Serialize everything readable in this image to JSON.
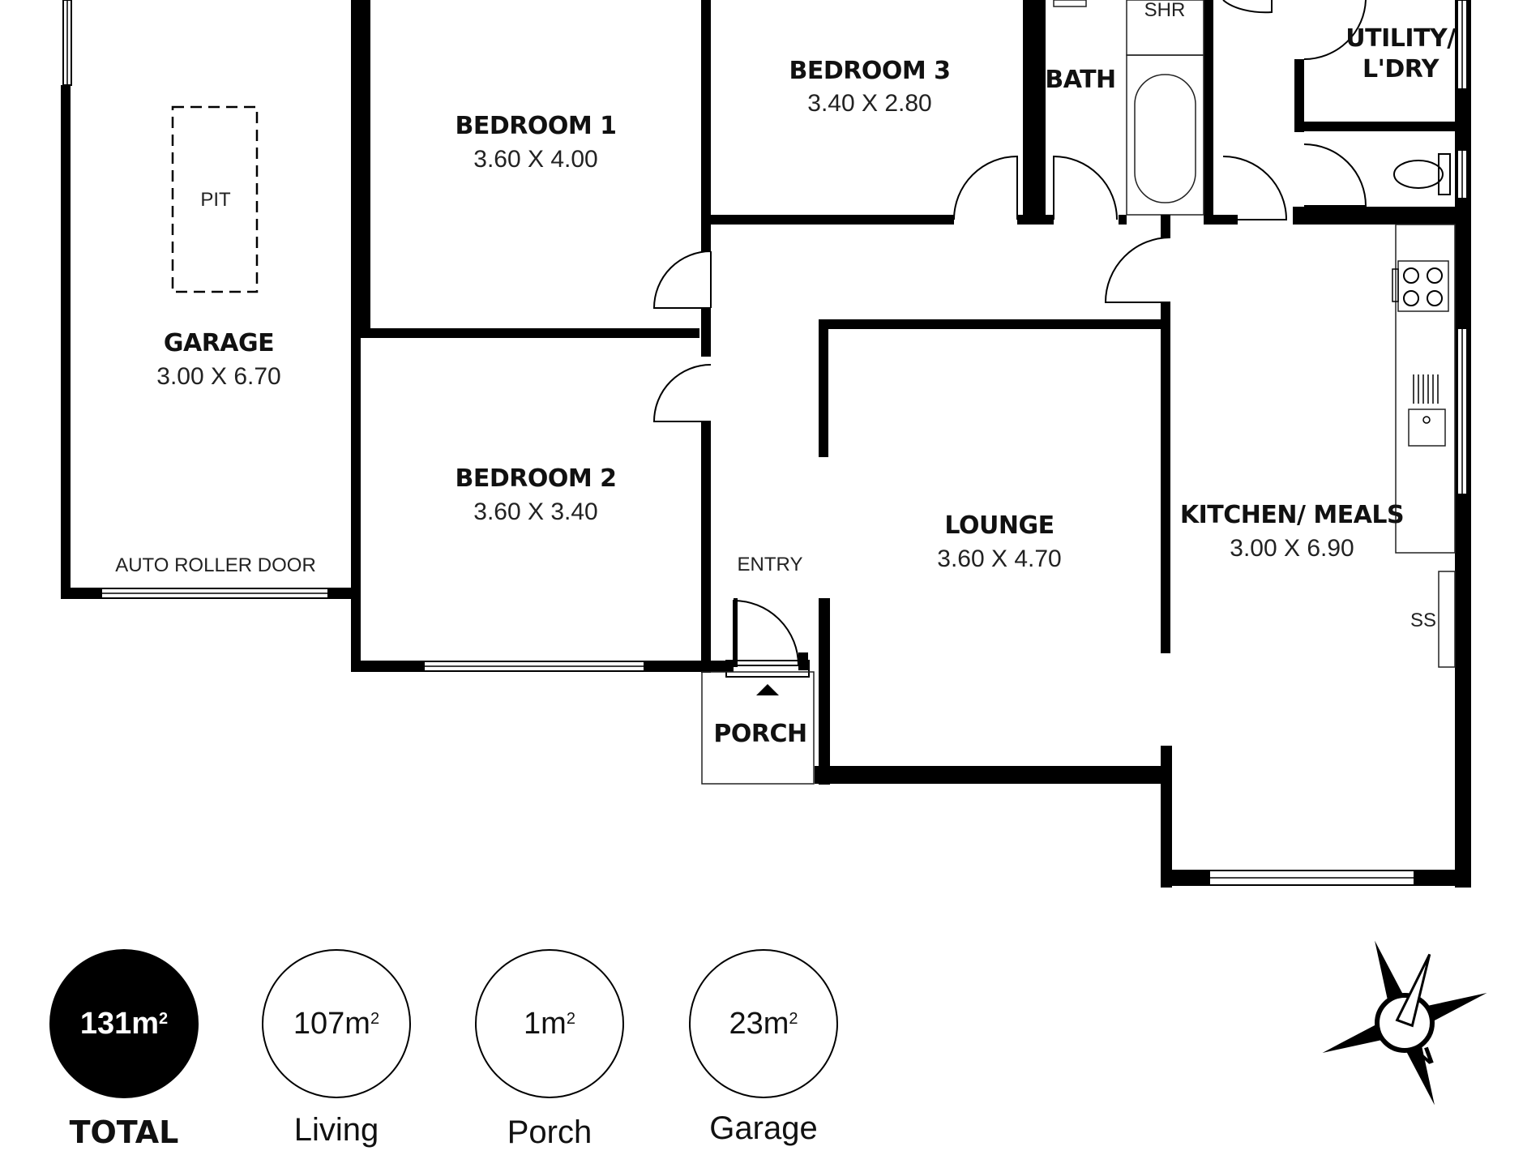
{
  "rooms": {
    "garage": {
      "name": "GARAGE",
      "dims": "3.00 X 6.70"
    },
    "bedroom1": {
      "name": "BEDROOM 1",
      "dims": "3.60 X 4.00"
    },
    "bedroom2": {
      "name": "BEDROOM 2",
      "dims": "3.60 X 3.40"
    },
    "bedroom3": {
      "name": "BEDROOM 3",
      "dims": "3.40 X 2.80"
    },
    "bath": {
      "name": "BATH"
    },
    "utility": {
      "name_line1": "UTILITY/",
      "name_line2": "L'DRY"
    },
    "lounge": {
      "name": "LOUNGE",
      "dims": "3.60 X 4.70"
    },
    "kitchen": {
      "name": "KITCHEN/ MEALS",
      "dims": "3.00 X 6.90"
    },
    "porch": {
      "name": "PORCH"
    }
  },
  "labels": {
    "pit": "PIT",
    "auto_roller_door": "AUTO ROLLER DOOR",
    "entry": "ENTRY",
    "shower": "SHR",
    "ss": "SS"
  },
  "areas": {
    "total": {
      "value": "131m",
      "label": "TOTAL"
    },
    "living": {
      "value": "107m",
      "label": "Living"
    },
    "porch": {
      "value": "1m",
      "label": "Porch"
    },
    "garage": {
      "value": "23m",
      "label": "Garage"
    },
    "unit_superscript": "2"
  },
  "compass": {
    "north_label": "N",
    "icon": "compass-north-icon"
  }
}
